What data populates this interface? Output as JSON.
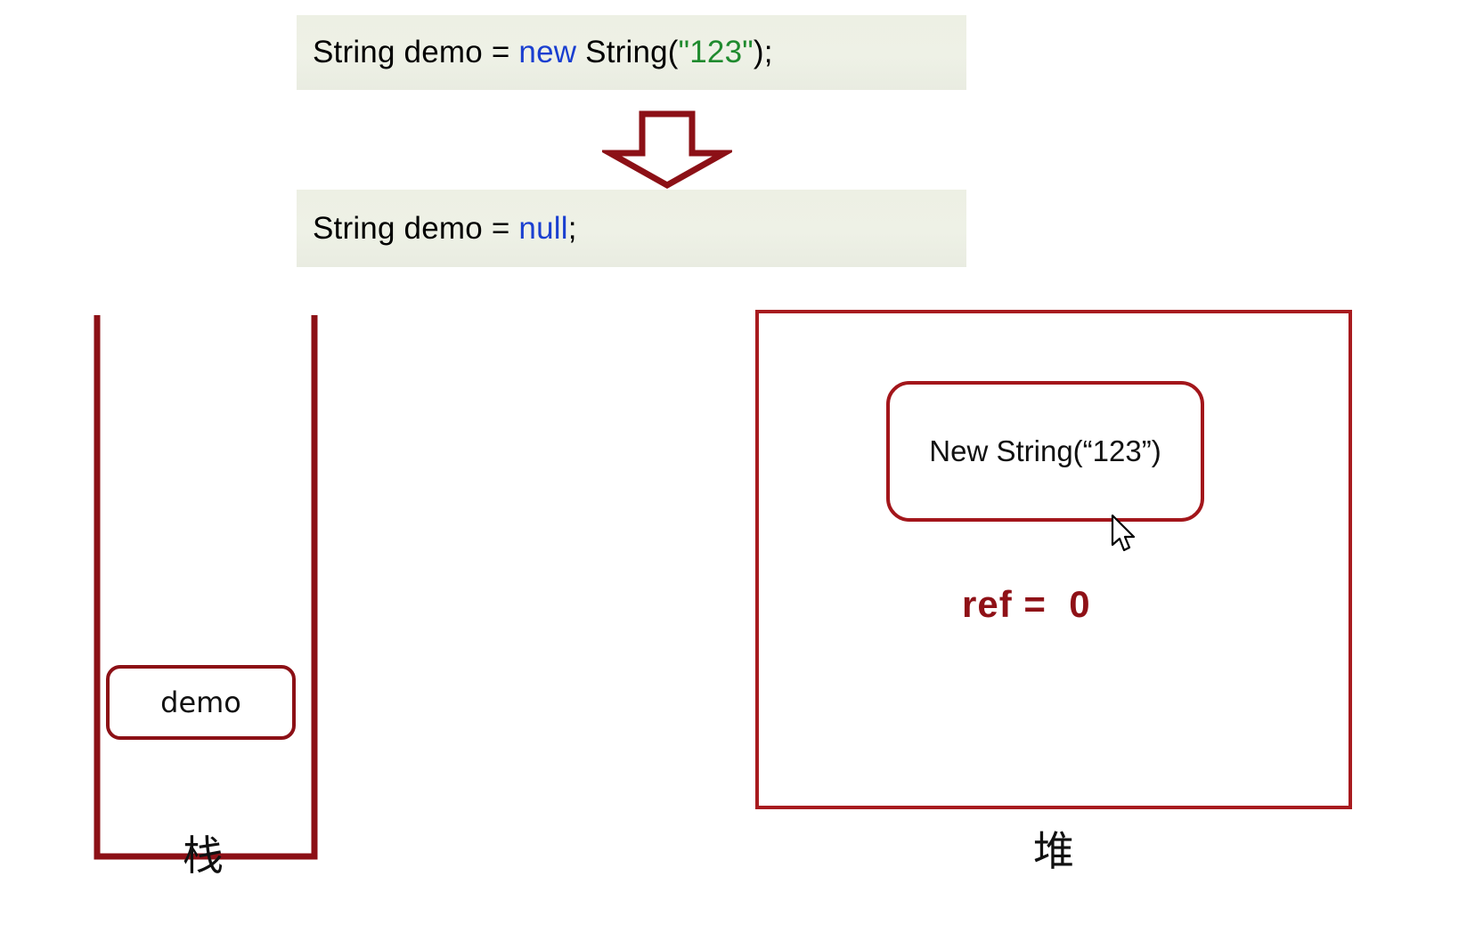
{
  "diagram": {
    "title_concept": "Java String stack and heap reference diagram",
    "code_lines": [
      {
        "id": "line-new",
        "parts": [
          {
            "text": "String demo = ",
            "style": "plain"
          },
          {
            "text": "new",
            "style": "keyword"
          },
          {
            "text": " String(",
            "style": "plain"
          },
          {
            "text": "\"123\"",
            "style": "string"
          },
          {
            "text": ");",
            "style": "plain"
          }
        ],
        "full_text": "String demo = new String(\"123\");"
      },
      {
        "id": "line-null",
        "parts": [
          {
            "text": "String demo = ",
            "style": "plain"
          },
          {
            "text": "null",
            "style": "keyword"
          },
          {
            "text": ";",
            "style": "plain"
          }
        ],
        "full_text": "String demo = null;"
      }
    ],
    "arrow": {
      "direction": "down",
      "name": "transition-arrow"
    },
    "stack": {
      "label": "栈",
      "frames": [
        {
          "name": "demo-variable",
          "label": "demo"
        }
      ]
    },
    "heap": {
      "label": "堆",
      "objects": [
        {
          "name": "string-object",
          "label": "New String(“123”)"
        }
      ],
      "ref_counter": "ref =  0"
    }
  },
  "colors": {
    "code_background": "#eef1e6",
    "keyword_blue": "#1a3fd0",
    "string_green": "#1f8a2e",
    "border_dark_red": "#8c1016",
    "heap_border_red": "#a81b1f",
    "ref_text_red": "#8f1117",
    "text_black": "#111111",
    "page_background": "#ffffff"
  }
}
